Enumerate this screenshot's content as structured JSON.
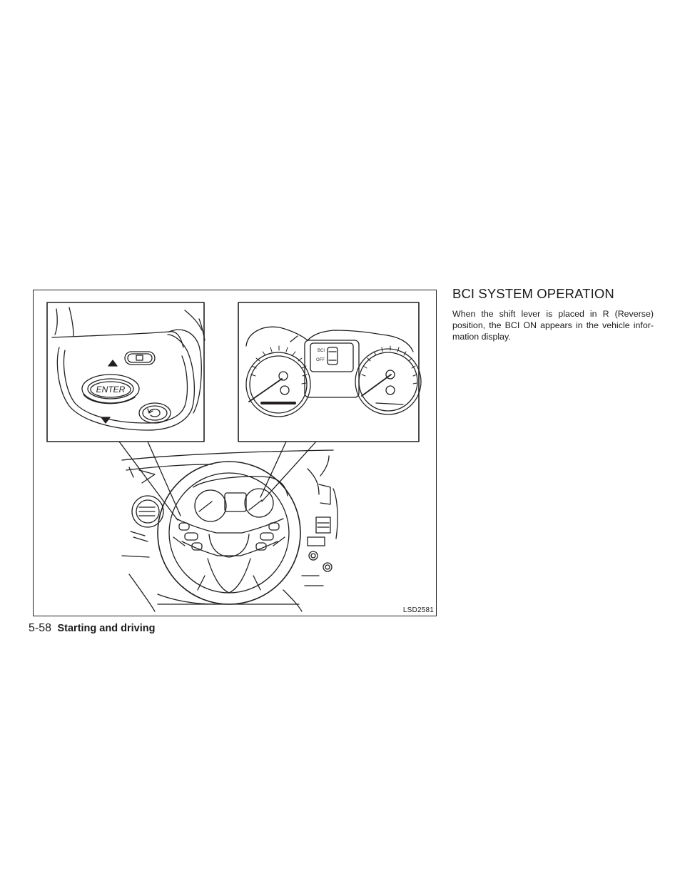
{
  "section": {
    "title": "BCI SYSTEM OPERATION",
    "lines": [
      "When the shift lever is placed in R (Reverse)",
      "position, the BCI ON appears in the vehicle infor-",
      "mation display."
    ]
  },
  "figure": {
    "code": "LSD2581",
    "switch_inset": {
      "enter_label": "ENTER"
    },
    "meter_inset": {
      "indicator_label": "BCI",
      "indicator_sub_label": "OFF"
    }
  },
  "footer": {
    "page_number": "5-58",
    "chapter_title": "Starting and driving"
  }
}
